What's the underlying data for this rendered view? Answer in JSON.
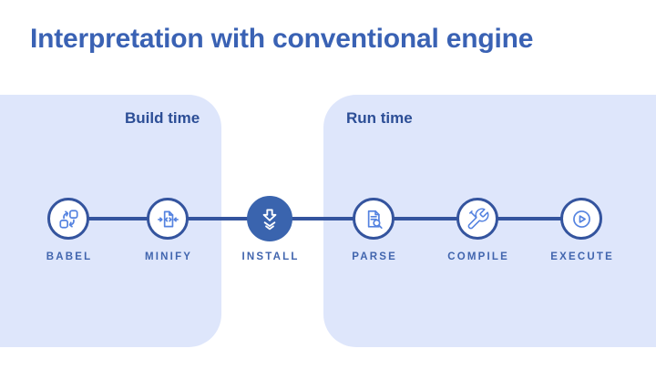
{
  "title": "Interpretation with conventional engine",
  "sections": {
    "build": {
      "label": "Build time"
    },
    "run": {
      "label": "Run time"
    }
  },
  "pipeline": {
    "steps": [
      {
        "label": "BABEL",
        "icon": "transform-icon"
      },
      {
        "label": "MINIFY",
        "icon": "minify-document-icon"
      },
      {
        "label": "INSTALL",
        "icon": "download-icon"
      },
      {
        "label": "PARSE",
        "icon": "document-search-icon"
      },
      {
        "label": "COMPILE",
        "icon": "tools-icon"
      },
      {
        "label": "EXECUTE",
        "icon": "play-icon"
      }
    ]
  },
  "colors": {
    "background": "#FFFFFF",
    "panel": "#DEE6FB",
    "title": "#3A62B4",
    "section_label": "#2C4E96",
    "node_border": "#34549E",
    "node_fill": "#FFFFFF",
    "install_node_fill": "#3A64AE",
    "icon_stroke": "#5583E0",
    "install_icon_stroke": "#FFFFFF",
    "step_label": "#4165AE",
    "connector_line": "#34549E"
  }
}
